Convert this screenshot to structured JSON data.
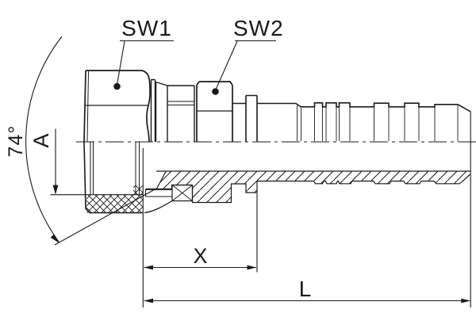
{
  "drawing": {
    "type": "technical-section-drawing",
    "subject": "hydraulic hose fitting with swivel nut and barbed hose tail",
    "labels": {
      "sw1": "SW1",
      "sw2": "SW2",
      "cone_angle": "74°",
      "dim_a": "A",
      "dim_x": "X",
      "dim_l": "L"
    },
    "colors": {
      "line": "#1a1a1a",
      "background": "#ffffff"
    }
  }
}
